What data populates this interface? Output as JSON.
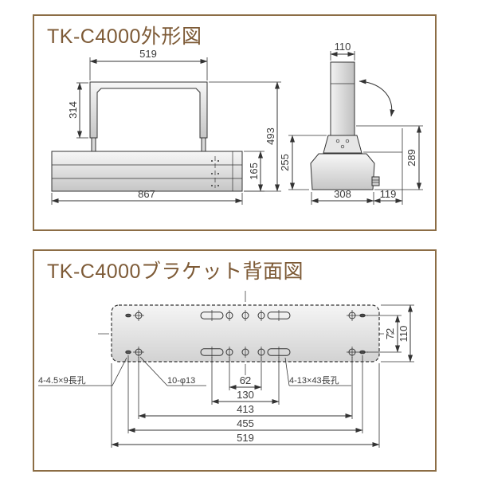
{
  "panels": {
    "outline": {
      "title": "TK-C4000外形図",
      "front": {
        "top_width": "519",
        "bracket_height": "314",
        "total_height": "493",
        "base_height": "165",
        "base_width": "867"
      },
      "side": {
        "arm_width": "110",
        "body_height": "255",
        "pivot_height": "289",
        "base_width": "308",
        "rear_offset": "119"
      }
    },
    "bracket": {
      "title": "TK-C4000ブラケット背面図",
      "callouts": {
        "small_slots": "4-4.5×9長孔",
        "round_holes": "10-φ13",
        "long_slots": "4-13×43長孔"
      },
      "dims": {
        "center_holes": "62",
        "slot_span": "130",
        "outer_holes": "413",
        "small_slot_span": "455",
        "plate_width": "519",
        "row_spacing": "72",
        "plate_height": "110"
      }
    }
  },
  "colors": {
    "frame": "#8c6d45",
    "title_text": "#7d5a36",
    "line": "#333333"
  }
}
